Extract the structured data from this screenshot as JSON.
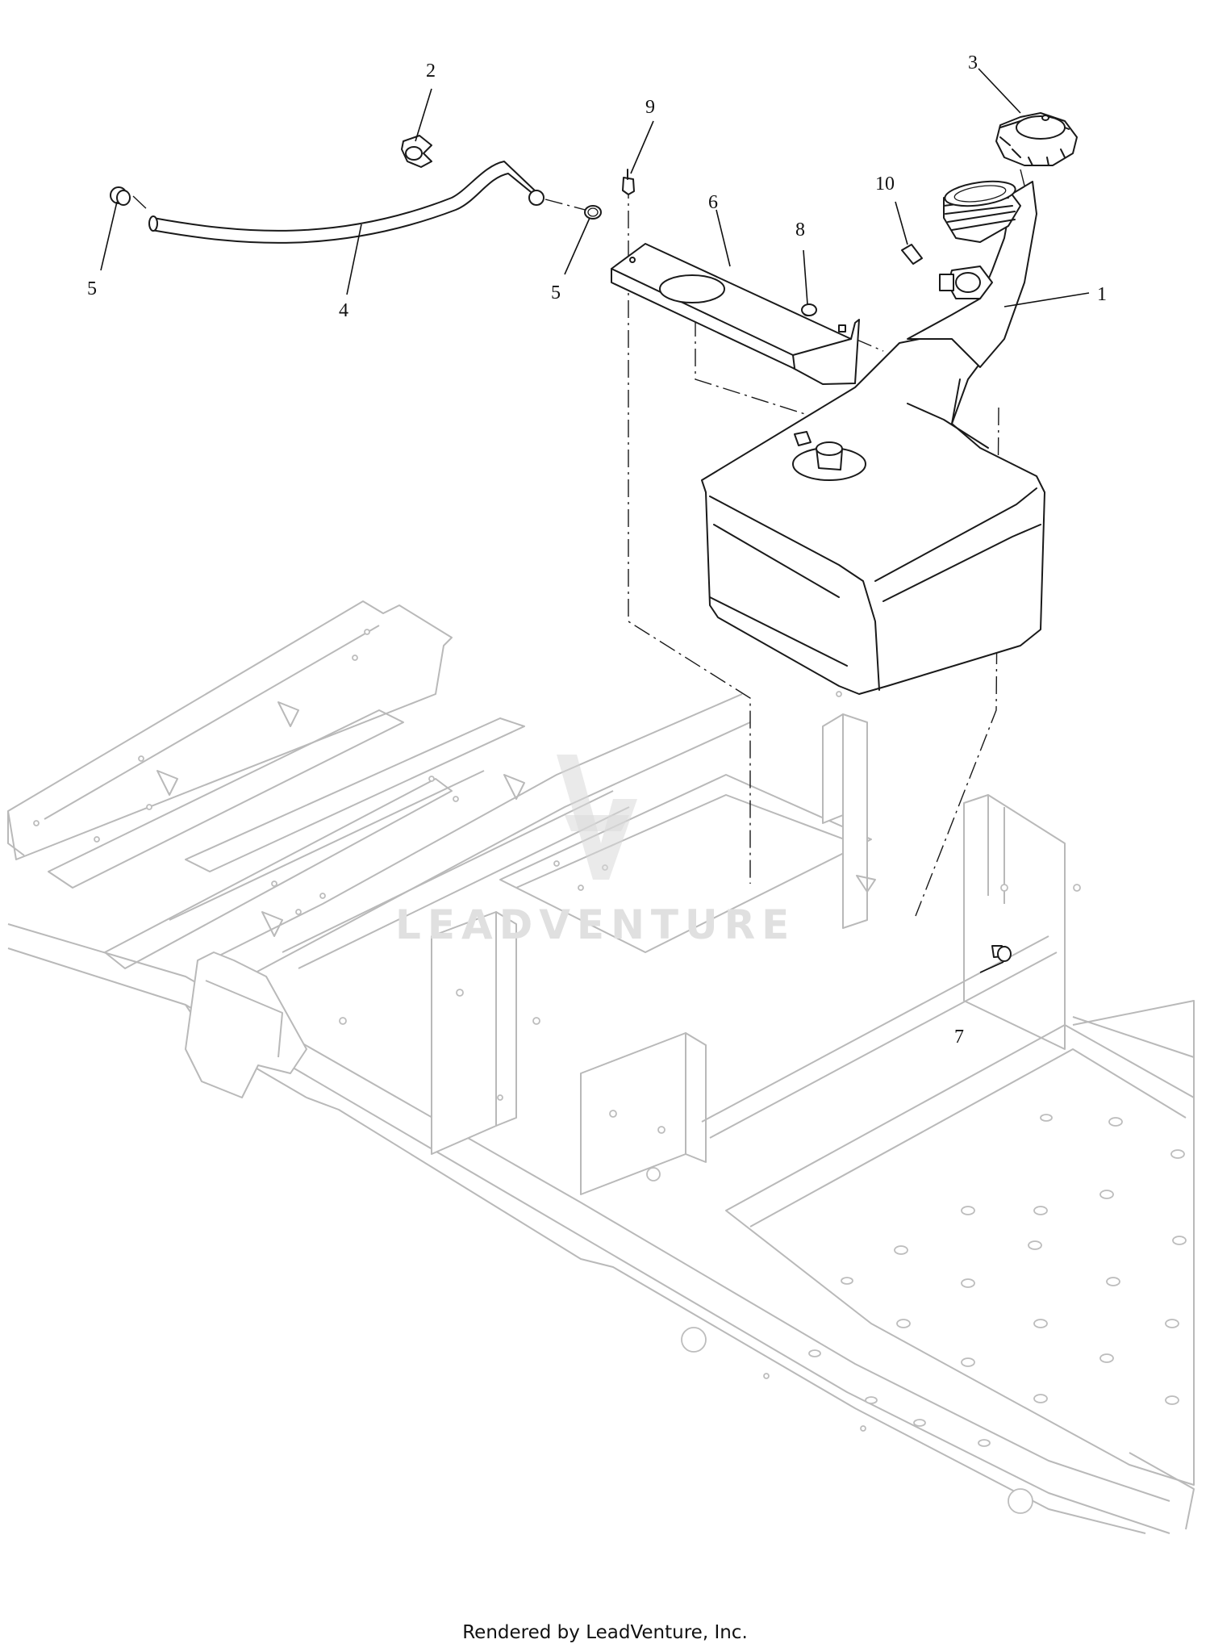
{
  "watermark": {
    "text": "LEADVENTURE"
  },
  "callouts": [
    {
      "id": "1",
      "label": "1"
    },
    {
      "id": "2",
      "label": "2"
    },
    {
      "id": "3",
      "label": "3"
    },
    {
      "id": "4",
      "label": "4"
    },
    {
      "id": "5a",
      "label": "5"
    },
    {
      "id": "5b",
      "label": "5"
    },
    {
      "id": "6",
      "label": "6"
    },
    {
      "id": "7",
      "label": "7"
    },
    {
      "id": "8",
      "label": "8"
    },
    {
      "id": "9",
      "label": "9"
    },
    {
      "id": "10",
      "label": "10"
    }
  ],
  "footer": {
    "text": "Rendered by LeadVenture, Inc."
  }
}
